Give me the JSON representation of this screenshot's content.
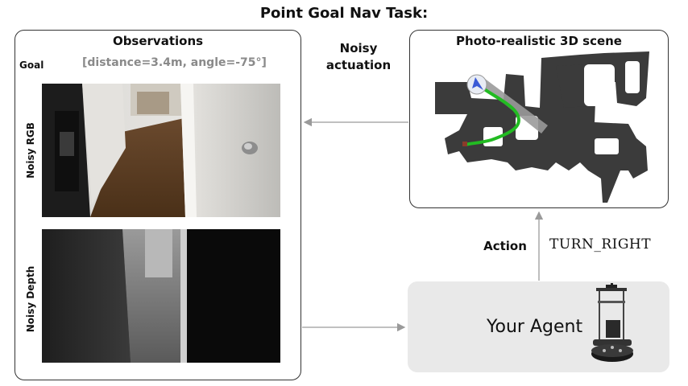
{
  "title": "Point Goal Nav Task:",
  "observations": {
    "title": "Observations",
    "goal_label": "Goal",
    "goal_value": "[distance=3.4m, angle=-75°]",
    "rgb_label": "Noisy RGB",
    "depth_label": "Noisy Depth"
  },
  "scene": {
    "title": "Photo-realistic 3D scene"
  },
  "actuation_label": [
    "Noisy",
    "actuation"
  ],
  "action": {
    "label": "Action",
    "value": "TURN_RIGHT"
  },
  "agent": {
    "name": "Your Agent"
  },
  "colors": {
    "panel_border": "#333333",
    "agent_bg": "#e9e9e9",
    "arrow": "#9a9a9a",
    "map_floor": "#3b3b3b",
    "path_green": "#22bb22",
    "agent_marker": "#3b5bd6"
  }
}
